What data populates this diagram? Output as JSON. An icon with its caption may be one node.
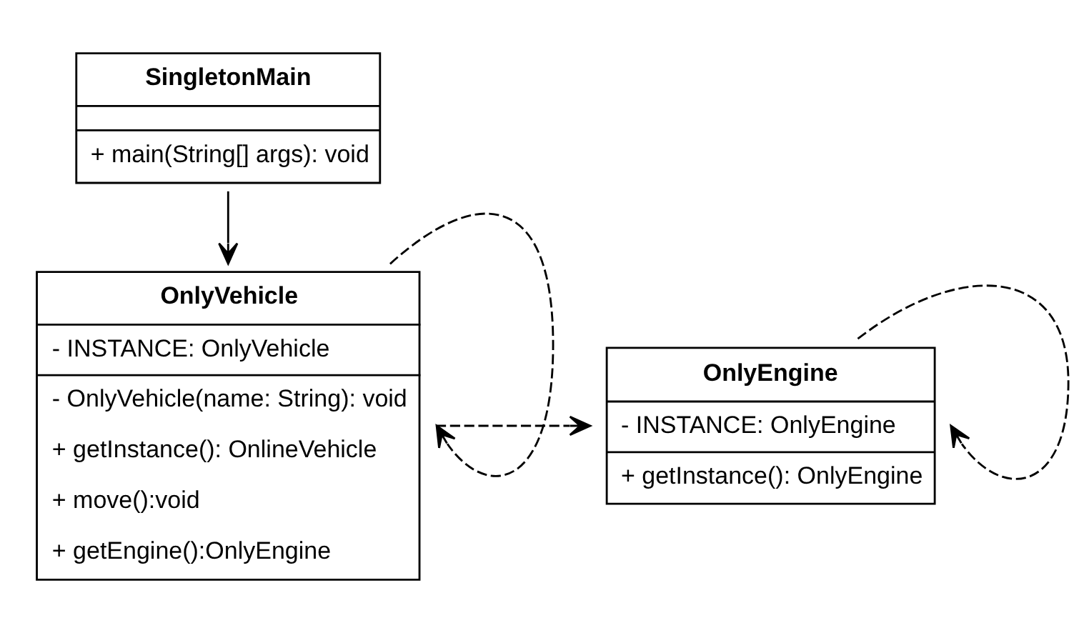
{
  "diagram": {
    "nodes": [
      {
        "text": [
          "SingletonMain",
          "+ main(String[] args): void"
        ]
      },
      {
        "text": [
          "OnlyVehicle",
          "- INSTANCE: OnlyVehicle",
          "- OnlyVehicle(name: String): void",
          "+ getInstance(): OnlineVehicle",
          "+ move():void",
          "+ getEngine():OnlyEngine"
        ]
      },
      {
        "text": [
          "OnlyEngine",
          "- INSTANCE: OnlyEngine",
          "+ getInstance(): OnlyEngine"
        ]
      }
    ],
    "edges": [
      {
        "from": 0,
        "to": 1,
        "arrow": "to"
      },
      {
        "from": 1,
        "to": 1,
        "arrow": "to",
        "style": "dashed"
      },
      {
        "from": 1,
        "to": 2,
        "arrow": "to",
        "style": "dashed"
      },
      {
        "from": 2,
        "to": 2,
        "arrow": "to",
        "style": "dashed"
      }
    ]
  }
}
